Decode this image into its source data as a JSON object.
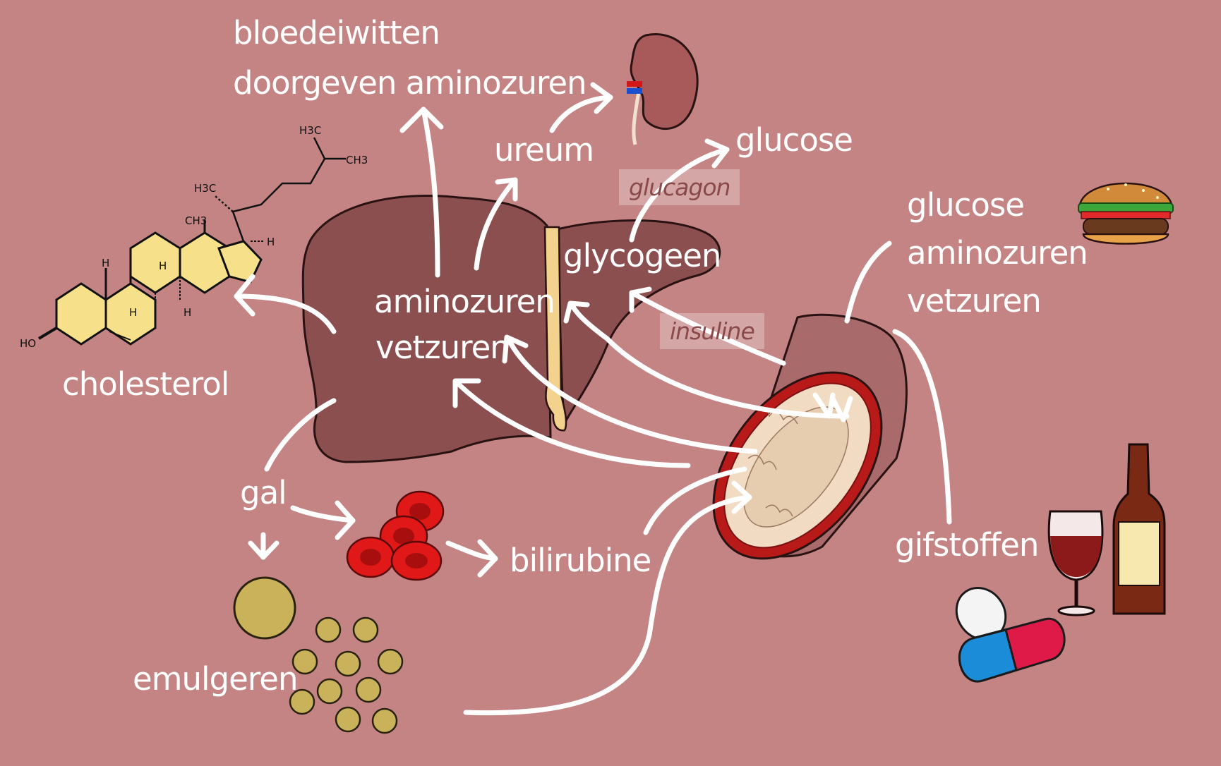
{
  "labels": {
    "bloedeiwitten": "bloedeiwitten",
    "doorgeven": "doorgeven aminozuren",
    "ureum": "ureum",
    "glucose_top": "glucose",
    "glycogeen": "glycogeen",
    "aminozuren_liver": "aminozuren",
    "vetzuren_liver": "vetzuren",
    "cholesterol": "cholesterol",
    "gal": "gal",
    "bilirubine": "bilirubine",
    "emulgeren": "emulgeren",
    "glucose_right": "glucose",
    "aminozuren_right": "aminozuren",
    "vetzuren_right": "vetzuren",
    "gifstoffen": "gifstoffen"
  },
  "hormones": {
    "glucagon": "glucagon",
    "insuline": "insuline"
  },
  "chem": {
    "h3c_top": "H3C",
    "ch3_top": "CH3",
    "h3c_mid": "H3C",
    "ch3_mid": "CH3",
    "h_1": "H",
    "h_2": "H",
    "h_3": "H",
    "h_4": "H",
    "h_5": "H",
    "ho": "HO"
  },
  "colors": {
    "background": "#c48484",
    "liver": "#8c4f4f",
    "gallbladder": "#f2d28c",
    "arrow": "#ffffff",
    "blood_cell": "#e01818",
    "fat_droplet": "#c9b25a",
    "molecule_ring": "#f7e08a"
  }
}
